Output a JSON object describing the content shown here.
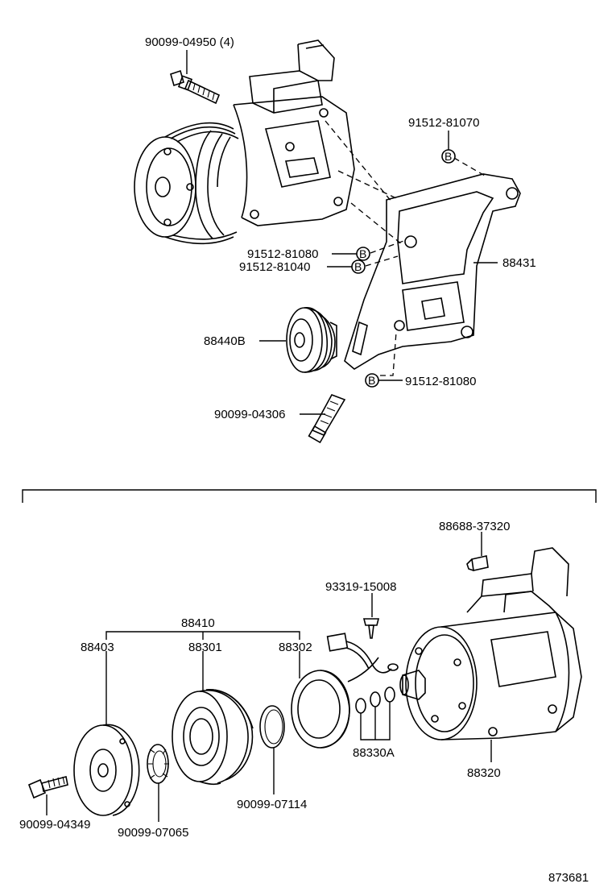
{
  "labels": {
    "bolt_top": "90099-04950 (4)",
    "bolt_b1": "91512-81070",
    "bolt_b2": "91512-81080",
    "bolt_b3": "91512-81040",
    "bracket": "88431",
    "idler": "88440B",
    "bolt_b4": "91512-81080",
    "bolt_bottom": "90099-04306",
    "clip": "88688-37320",
    "screw": "93319-15008",
    "clutch_assy": "88410",
    "hub": "88403",
    "pulley": "88301",
    "stator": "88302",
    "shims": "88330A",
    "compressor": "88320",
    "bolt_hub": "90099-04349",
    "washer": "90099-07065",
    "snap_ring": "90099-07114",
    "figure_number": "873681"
  },
  "markers": {
    "b": "B"
  }
}
